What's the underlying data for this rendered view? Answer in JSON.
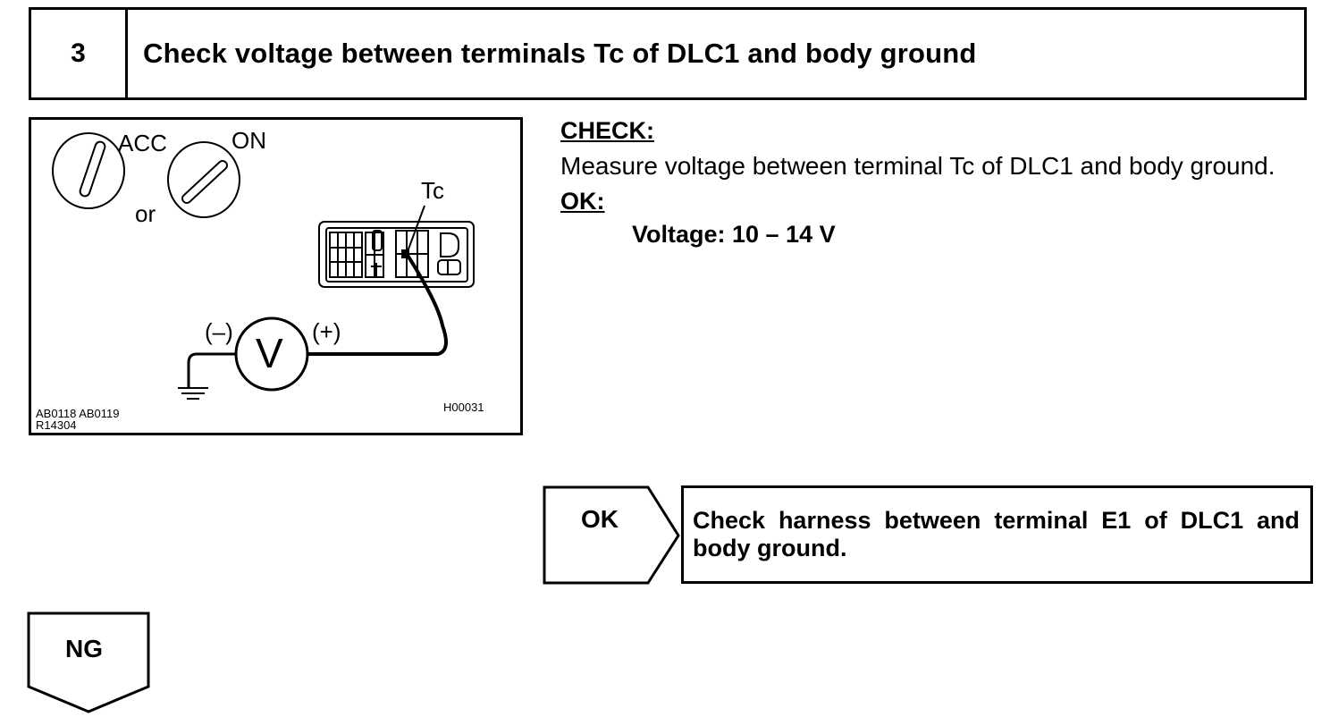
{
  "step": {
    "number": "3",
    "title": "Check voltage between terminals Tc of DLC1 and body ground"
  },
  "diagram": {
    "label_acc": "ACC",
    "label_on": "ON",
    "label_or": "or",
    "label_tc": "Tc",
    "label_minus": "(–)",
    "label_plus": "(+)",
    "voltmeter_symbol": "V",
    "code_left": "AB0118 AB0119",
    "code_left_2": "R14304",
    "code_right": "H00031"
  },
  "check": {
    "heading": "CHECK:",
    "text": "Measure voltage between terminal Tc of DLC1 and body ground.",
    "ok_heading": "OK:",
    "spec": "Voltage: 10 – 14 V"
  },
  "result_ok": {
    "label": "OK",
    "text": "Check harness between terminal E1 of DLC1 and body ground."
  },
  "result_ng": {
    "label": "NG"
  }
}
